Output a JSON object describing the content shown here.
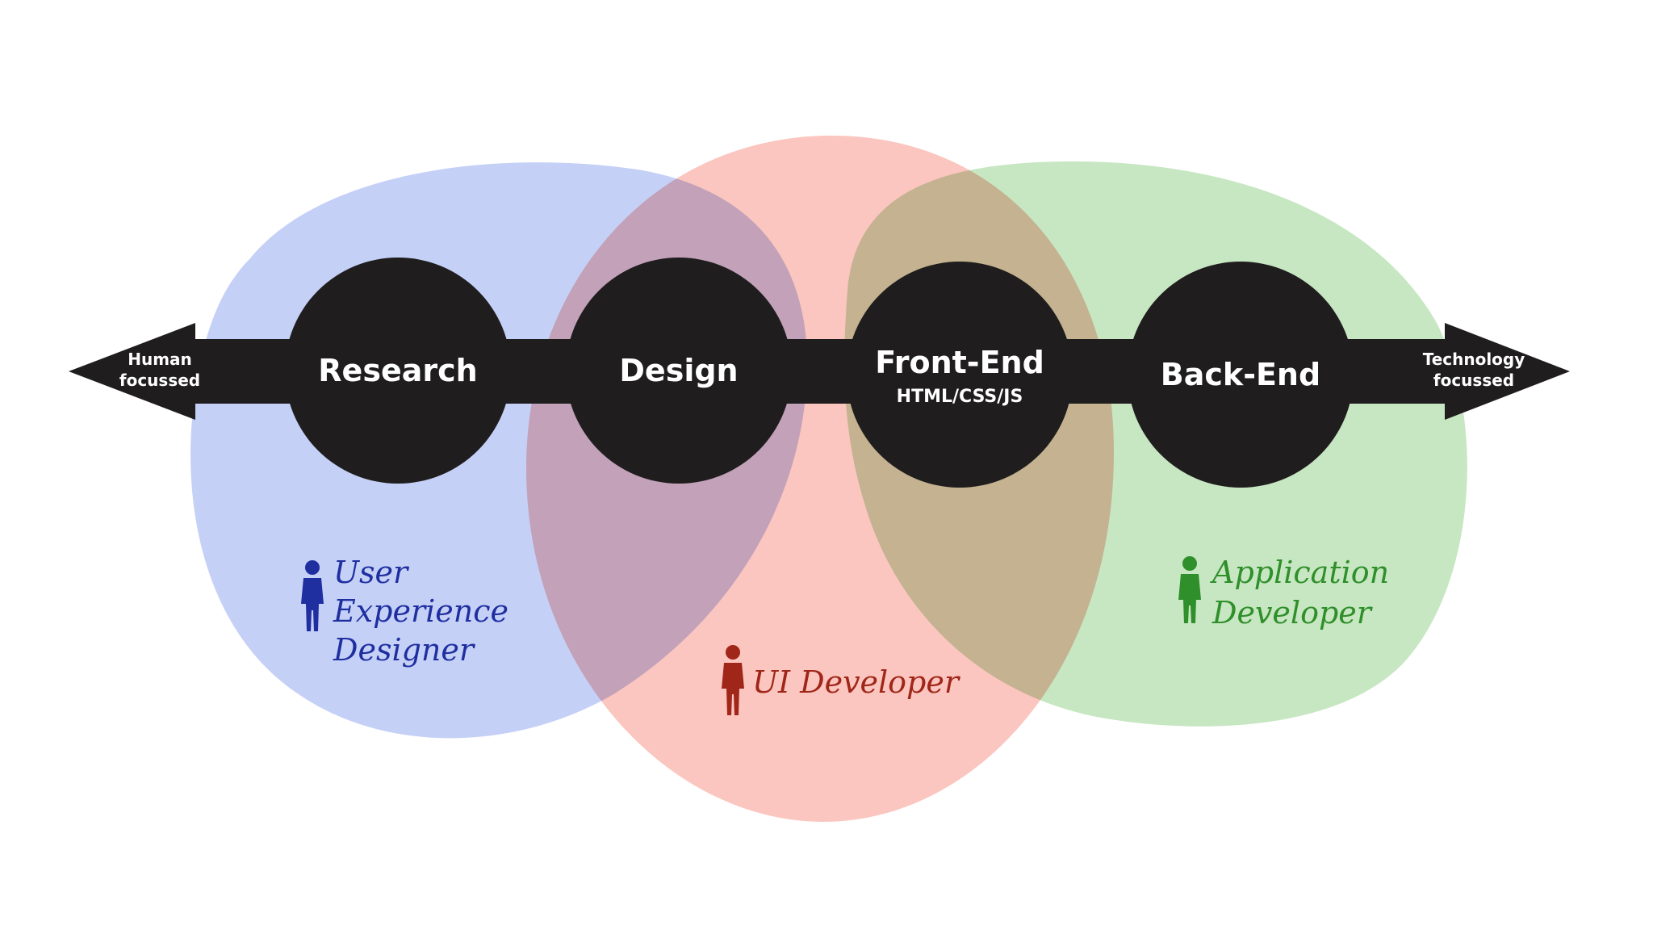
{
  "arrow": {
    "left_label_line1": "Human",
    "left_label_line2": "focussed",
    "right_label_line1": "Technology",
    "right_label_line2": "focussed"
  },
  "stages": [
    {
      "title": "Research",
      "subtitle": ""
    },
    {
      "title": "Design",
      "subtitle": ""
    },
    {
      "title": "Front-End",
      "subtitle": "HTML/CSS/JS"
    },
    {
      "title": "Back-End",
      "subtitle": ""
    }
  ],
  "roles": {
    "ux": {
      "line1": "User",
      "line2": "Experience",
      "line3": "Designer",
      "color": "#1f2fa0"
    },
    "ui": {
      "line1": "UI Developer",
      "color": "#a0261a"
    },
    "app": {
      "line1": "Application",
      "line2": "Developer",
      "color": "#2f8f2a"
    }
  },
  "colors": {
    "ux_area": "#c5d0f7",
    "ui_area": "#fbc6bf",
    "app_area": "#c7e6c2",
    "band": "#1f1d1d"
  },
  "icons": {
    "ux": "person-icon",
    "ui": "person-icon",
    "app": "person-icon"
  }
}
